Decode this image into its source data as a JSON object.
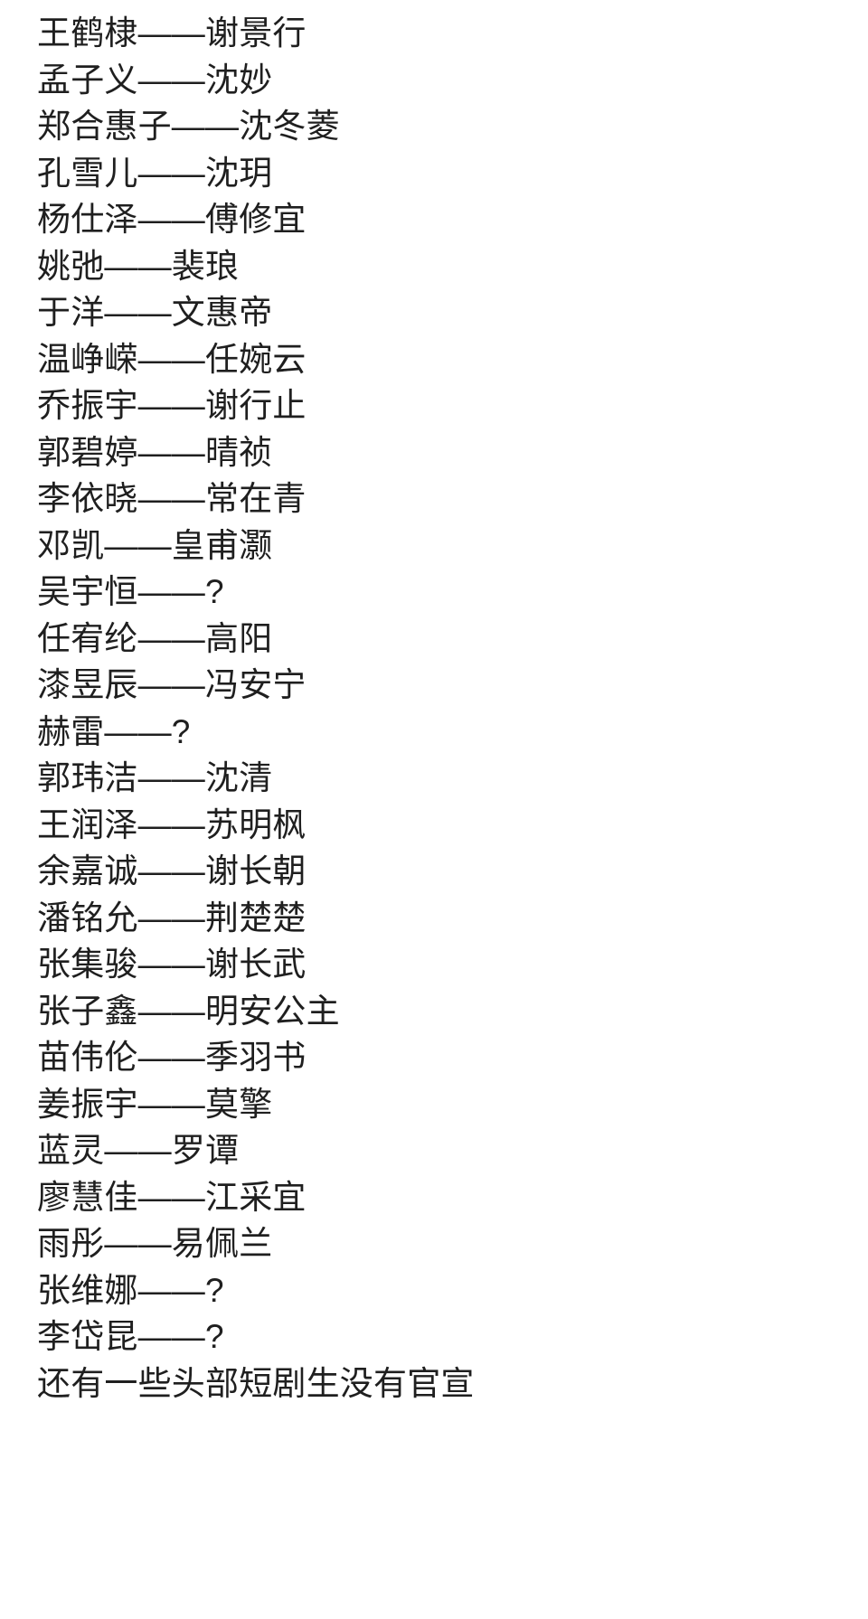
{
  "page": {
    "background_color": "#ffffff",
    "text_color": "#1f1f1f",
    "separator": "——",
    "unknown_marker": "?"
  },
  "cast_list": {
    "lines": [
      {
        "actor": "王鹤棣",
        "sep": "——",
        "role": "谢景行",
        "text": "王鹤棣——谢景行"
      },
      {
        "actor": "孟子义",
        "sep": "——",
        "role": "沈妙",
        "text": "孟子义——沈妙"
      },
      {
        "actor": "郑合惠子",
        "sep": "——",
        "role": "沈冬菱",
        "text": "郑合惠子——沈冬菱"
      },
      {
        "actor": "孔雪儿",
        "sep": "——",
        "role": "沈玥",
        "text": "孔雪儿——沈玥"
      },
      {
        "actor": "杨仕泽",
        "sep": "——",
        "role": "傅修宜",
        "text": "杨仕泽——傅修宜"
      },
      {
        "actor": "姚弛",
        "sep": "——",
        "role": "裴琅",
        "text": "姚弛——裴琅"
      },
      {
        "actor": "于洋",
        "sep": "——",
        "role": "文惠帝",
        "text": "于洋——文惠帝"
      },
      {
        "actor": "温峥嵘",
        "sep": "——",
        "role": "任婉云",
        "text": "温峥嵘——任婉云"
      },
      {
        "actor": "乔振宇",
        "sep": "——",
        "role": "谢行止",
        "text": "乔振宇——谢行止"
      },
      {
        "actor": "郭碧婷",
        "sep": "——",
        "role": "晴祯",
        "text": "郭碧婷——晴祯"
      },
      {
        "actor": "李依晓",
        "sep": "——",
        "role": "常在青",
        "text": "李依晓——常在青"
      },
      {
        "actor": "邓凯",
        "sep": "——",
        "role": "皇甫灏",
        "text": "邓凯——皇甫灏"
      },
      {
        "actor": "吴宇恒",
        "sep": "——",
        "role": "?",
        "text": "吴宇恒——?"
      },
      {
        "actor": "任宥纶",
        "sep": "——",
        "role": "高阳",
        "text": "任宥纶——高阳"
      },
      {
        "actor": "漆昱辰",
        "sep": "——",
        "role": "冯安宁",
        "text": "漆昱辰——冯安宁"
      },
      {
        "actor": "赫雷",
        "sep": "——",
        "role": "?",
        "text": "赫雷——?"
      },
      {
        "actor": "郭玮洁",
        "sep": "——",
        "role": "沈清",
        "text": "郭玮洁——沈清"
      },
      {
        "actor": "王润泽",
        "sep": "——",
        "role": "苏明枫",
        "text": "王润泽——苏明枫"
      },
      {
        "actor": "余嘉诚",
        "sep": "——",
        "role": "谢长朝",
        "text": "余嘉诚——谢长朝"
      },
      {
        "actor": "潘铭允",
        "sep": "——",
        "role": "荆楚楚",
        "text": "潘铭允——荆楚楚"
      },
      {
        "actor": "张集骏",
        "sep": "——",
        "role": "谢长武",
        "text": "张集骏——谢长武"
      },
      {
        "actor": "张子鑫",
        "sep": "——",
        "role": "明安公主",
        "text": "张子鑫——明安公主"
      },
      {
        "actor": "苗伟伦",
        "sep": "——",
        "role": "季羽书",
        "text": "苗伟伦——季羽书"
      },
      {
        "actor": "姜振宇",
        "sep": "——",
        "role": "莫擎",
        "text": "姜振宇——莫擎"
      },
      {
        "actor": "蓝灵",
        "sep": "——",
        "role": "罗谭",
        "text": "蓝灵——罗谭"
      },
      {
        "actor": "廖慧佳",
        "sep": "——",
        "role": "江采宜",
        "text": "廖慧佳——江采宜"
      },
      {
        "actor": "雨彤",
        "sep": "——",
        "role": "易佩兰",
        "text": "雨彤——易佩兰"
      },
      {
        "actor": "张维娜",
        "sep": "——",
        "role": "?",
        "text": "张维娜——?"
      },
      {
        "actor": "李岱昆",
        "sep": "——",
        "role": "?",
        "text": "李岱昆——?"
      }
    ],
    "footer_note": "还有一些头部短剧生没有官宣"
  }
}
